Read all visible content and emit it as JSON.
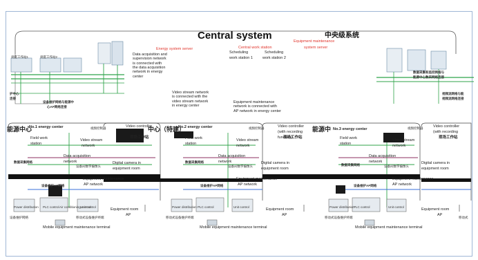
{
  "titles": {
    "central_en": "Central system",
    "central_zh": "中央级系统"
  },
  "central": {
    "energy_server": "Energy system server",
    "central_ws": "Central work station",
    "equip_server_l1": "Equipment maintenance",
    "equip_server_l2": "system server",
    "sched1_l1": "Scheduling",
    "sched1_l2": "work station 1",
    "sched2_l1": "Scheduling",
    "sched2_l2": "work station 2",
    "left_ws1": "调度工作站1",
    "left_ws2": "调度工作站2",
    "dan_lines": [
      "Data acquisition and",
      "supervision network",
      "is connected with",
      "the data acquisition",
      "network in energy",
      "center"
    ],
    "video_lines": [
      "Video stream network",
      "is connected with the",
      "video stream network",
      "in energy center"
    ],
    "equip_lines": [
      "Equipment maintenance",
      "network is connected with",
      "AP network in energy center"
    ],
    "left_zh_1": "护中心",
    "left_zh_2": "连接",
    "left_zh_3": "设备维护网络与能源中",
    "left_zh_4": "心AP网络连接",
    "right_zh_1": "数据采集和监控网络与",
    "right_zh_2": "能源中心数采网络连接",
    "right_zh_3": "视频流网络与能",
    "right_zh_4": "视频流网络连接"
  },
  "centers": {
    "c1_zh": "能源中心",
    "c1_en": "No.1 energy center",
    "c2_zh": "中心（特建）",
    "c2_en": "No.2 energy center",
    "c3_zh": "能源中",
    "c3_en": "No.3 energy center",
    "video_ctrl_l1": "Video controller",
    "video_ctrl_l2": "(with recording",
    "video_ctrl_l3": "function)",
    "video_ctrl_zh": "视频控制器",
    "workstation_zh": "现场工作站",
    "field_ws_l1": "Field work",
    "field_ws_l2": "station",
    "video_stream_l1": "Video stream",
    "video_stream_l2": "network",
    "data_acq_l1": "Data acquisition",
    "data_acq_l2": "network",
    "data_acq_zh": "数据采集网络",
    "camera_l1": "Digital camera in",
    "camera_l2": "equipment room",
    "camera_zh": "设备间数字摄像头",
    "ap_l1": "Equipment maintenance",
    "ap_l2": "AP network",
    "ap_zh": "设备维护AP网络",
    "equip_room_l1": "Equipment room",
    "equip_room_l2": "AP",
    "mobile_terminal": "Mobile equipment maintenance terminal",
    "mobile_terminal_zh": "移动式设备维护终端",
    "power_dist": "Power distribution",
    "plc": "PLC control",
    "avr": "Air conditioning control",
    "unit_ctrl": "Unit control",
    "equip_net_zh": "设备维护网络",
    "mobile_zh_short": "移动式"
  }
}
